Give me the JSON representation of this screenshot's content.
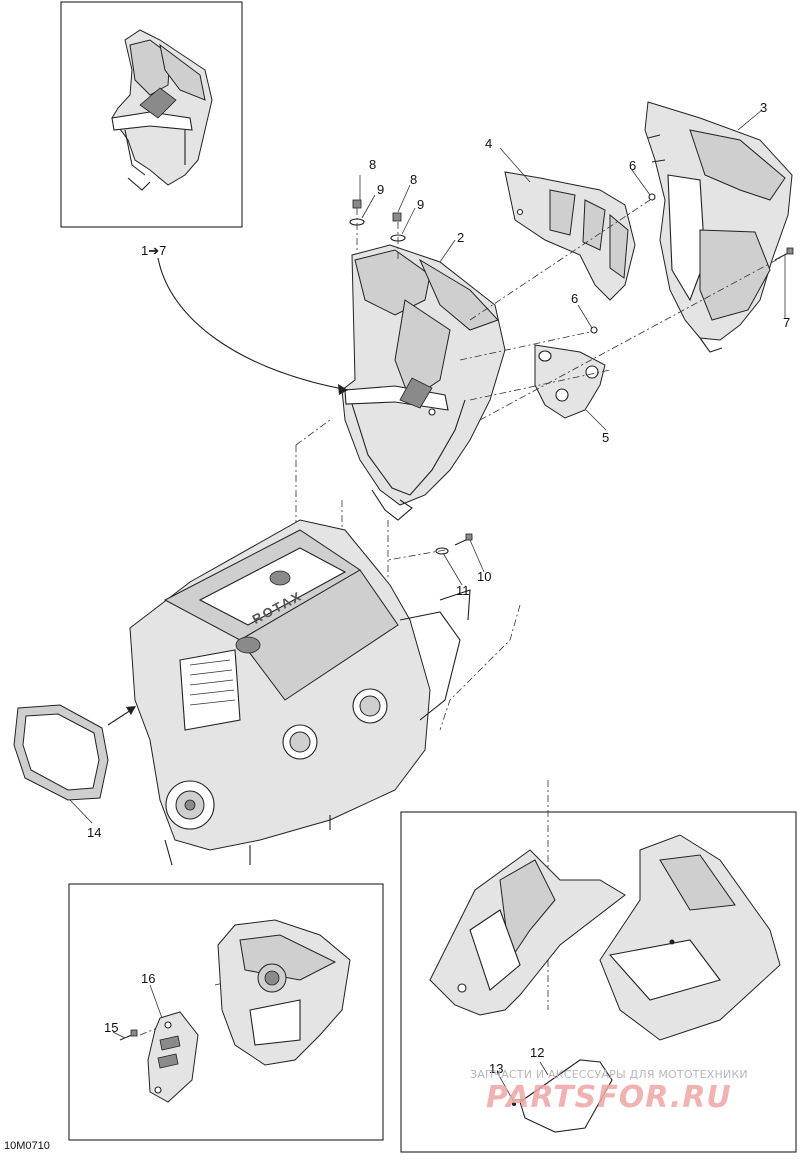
{
  "callouts": {
    "c1to7": "1➔7",
    "c2": "2",
    "c3": "3",
    "c4": "4",
    "c5": "5",
    "c6a": "6",
    "c6b": "6",
    "c7": "7",
    "c8a": "8",
    "c8b": "8",
    "c9a": "9",
    "c9b": "9",
    "c10": "10",
    "c11": "11",
    "c12": "12",
    "c13": "13",
    "c14": "14",
    "c15": "15",
    "c16": "16"
  },
  "engine_lettering": "ROTAX",
  "document_id": "10M0710",
  "watermark": {
    "tagline": "ЗАПЧАСТИ И АКСЕССУАРЫ ДЛЯ МОТОТЕХНИКИ",
    "logo": "PARTSFOR.RU"
  },
  "colors": {
    "line": "#222222",
    "shade": "#cfcfcf",
    "watermark_logo": "#f2a5a5"
  }
}
